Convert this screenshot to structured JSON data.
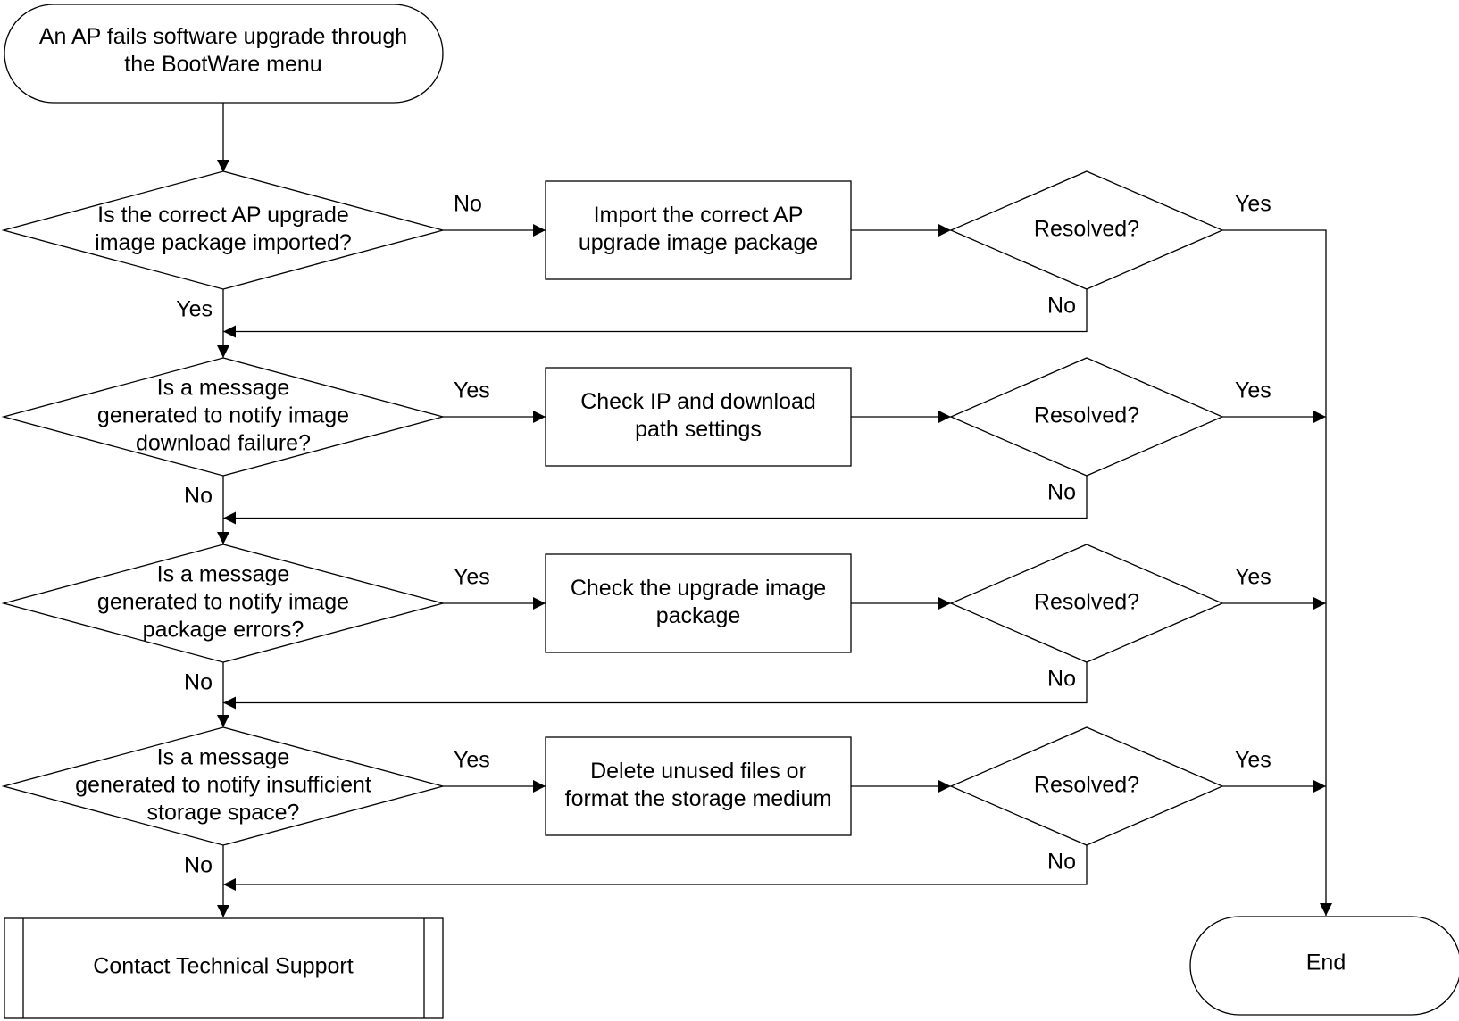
{
  "start": {
    "lines": [
      "An AP fails software upgrade through",
      "the BootWare menu"
    ]
  },
  "checks": [
    {
      "question": [
        "Is the correct AP upgrade",
        "image package imported?"
      ],
      "to_action_label": "No",
      "to_next_label": "Yes",
      "action": [
        "Import the correct AP",
        "upgrade image package"
      ],
      "resolved": "Resolved?",
      "resolved_yes": "Yes",
      "resolved_no": "No"
    },
    {
      "question": [
        "Is a message",
        "generated to notify image",
        "download failure?"
      ],
      "to_action_label": "Yes",
      "to_next_label": "No",
      "action": [
        "Check IP and download",
        "path settings"
      ],
      "resolved": "Resolved?",
      "resolved_yes": "Yes",
      "resolved_no": "No"
    },
    {
      "question": [
        "Is a message",
        "generated to notify image",
        "package errors?"
      ],
      "to_action_label": "Yes",
      "to_next_label": "No",
      "action": [
        "Check the upgrade image",
        "package"
      ],
      "resolved": "Resolved?",
      "resolved_yes": "Yes",
      "resolved_no": "No"
    },
    {
      "question": [
        "Is a message",
        "generated to notify insufficient",
        "storage space?"
      ],
      "to_action_label": "Yes",
      "to_next_label": "No",
      "action": [
        "Delete unused files or",
        "format the storage medium"
      ],
      "resolved": "Resolved?",
      "resolved_yes": "Yes",
      "resolved_no": "No"
    }
  ],
  "contact": "Contact Technical Support",
  "end": "End"
}
